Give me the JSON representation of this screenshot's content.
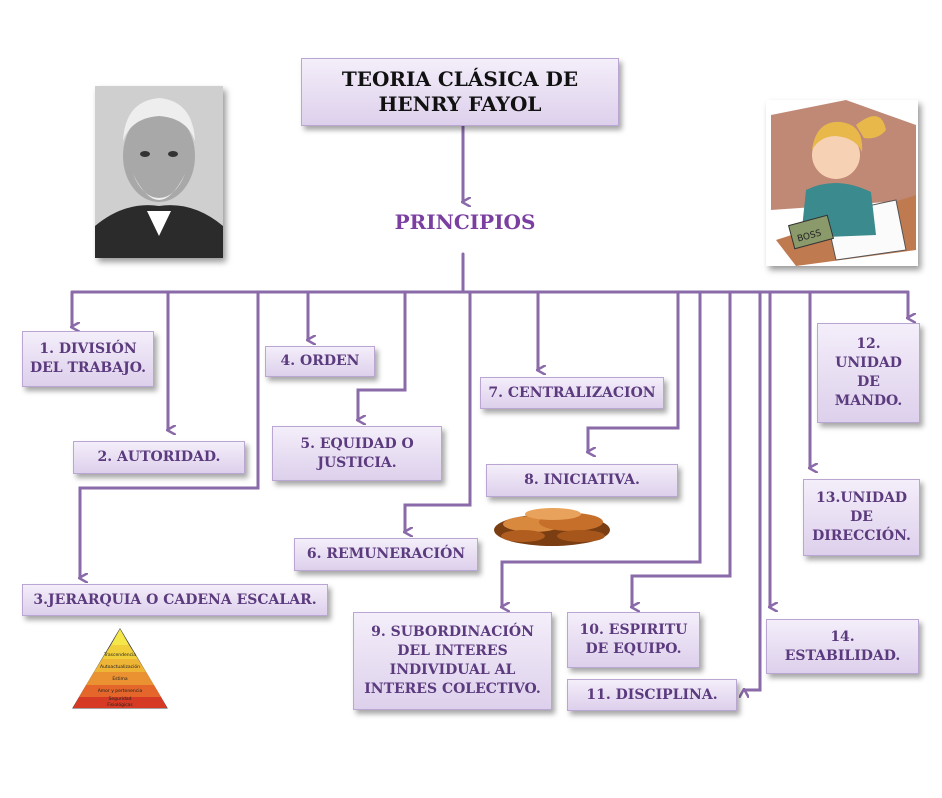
{
  "title": "TEORIA CLÁSICA DE HENRY FAYOL",
  "subtitle": "PRINCIPIOS",
  "principles": [
    {
      "id": "p1",
      "label": "1. DIVISIÓN DEL TRABAJO."
    },
    {
      "id": "p2",
      "label": "2. AUTORIDAD."
    },
    {
      "id": "p3",
      "label": "3.JERARQUIA O CADENA ESCALAR."
    },
    {
      "id": "p4",
      "label": "4. ORDEN"
    },
    {
      "id": "p5",
      "label": "5. EQUIDAD O JUSTICIA."
    },
    {
      "id": "p6",
      "label": "6. REMUNERACIÓN"
    },
    {
      "id": "p7",
      "label": "7. CENTRALIZACION"
    },
    {
      "id": "p8",
      "label": "8.  INICIATIVA."
    },
    {
      "id": "p9",
      "label": "9. SUBORDINACIÓN DEL INTERES INDIVIDUAL AL INTERES COLECTIVO."
    },
    {
      "id": "p10",
      "label": "10. ESPIRITU DE EQUIPO."
    },
    {
      "id": "p11",
      "label": "11. DISCIPLINA."
    },
    {
      "id": "p12",
      "label": "12. UNIDAD DE MANDO."
    },
    {
      "id": "p13",
      "label": "13.UNIDAD DE DIRECCIÓN."
    },
    {
      "id": "p14",
      "label": "14. ESTABILIDAD."
    }
  ],
  "boss_sign": "BOSS",
  "pyramid_levels": [
    "Trascendencia",
    "Autoactualización",
    "Estima",
    "Amor y pertenencia",
    "Seguridad",
    "Fisiológicas"
  ],
  "colors": {
    "line": "#8a6aa8",
    "text": "#5b3a7e",
    "subtitle": "#7a3fa0"
  },
  "icons": [
    "portrait-photo",
    "cartoon-boss-image",
    "coins-image",
    "maslow-pyramid-image"
  ]
}
